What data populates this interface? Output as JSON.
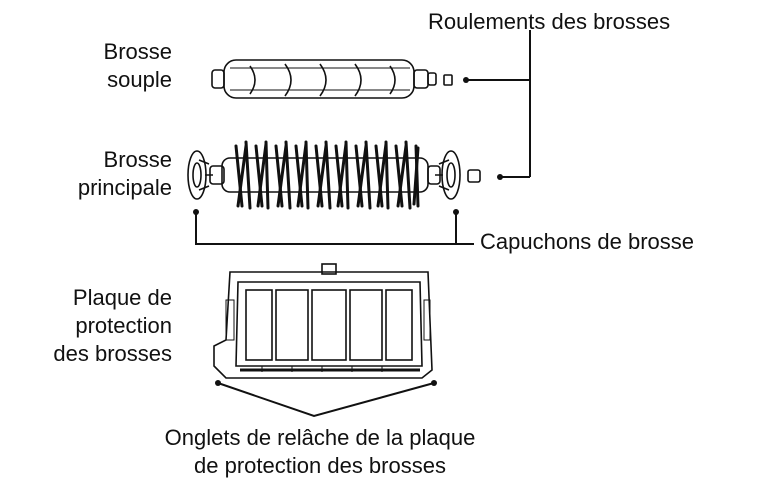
{
  "labels": {
    "roulements": "Roulements des brosses",
    "brosse_souple": [
      "Brosse",
      "souple"
    ],
    "brosse_principale": [
      "Brosse",
      "principale"
    ],
    "capuchons": "Capuchons de brosse",
    "plaque": [
      "Plaque de",
      "protection",
      "des brosses"
    ],
    "onglets": [
      "Onglets de relâche de la plaque",
      "de protection des brosses"
    ]
  },
  "colors": {
    "ink": "#111111",
    "paper": "#ffffff"
  }
}
